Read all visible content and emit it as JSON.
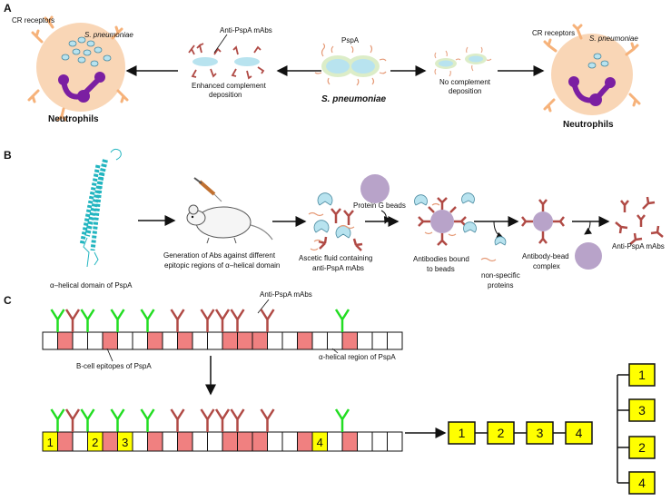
{
  "panelA": {
    "label": "A",
    "left_cell": {
      "receptors": "CR receptors",
      "bacteria": "S. pneumoniae",
      "title": "Neutrophils"
    },
    "mabs_label": "Anti-PspA mAbs",
    "enhanced_line1": "Enhanced complement",
    "enhanced_line2": "deposition",
    "pspa_label": "PspA",
    "center_title": "S. pneumoniae",
    "no_comp_line1": "No complement",
    "no_comp_line2": "deposition",
    "right_cell": {
      "receptors": "CR receptors",
      "bacteria": "S. pneumoniae",
      "title": "Neutrophils"
    }
  },
  "panelB": {
    "label": "B",
    "protein_label": "α–helical domain of PspA",
    "gen_line1": "Generation of Abs against different",
    "gen_line2": "epitopic regions of α–helical domain",
    "beads_label": "Protein G beads",
    "ascitic_line1": "Ascetic fluid containing",
    "ascitic_line2": "anti-PspA mAbs",
    "bound_line1": "Antibodies bound",
    "bound_line2": "to beads",
    "complex_line1": "Antibody-bead",
    "complex_line2": "complex",
    "nonspecific_line1": "non-specific",
    "nonspecific_line2": "proteins",
    "final_label": "Anti-PspA mAbs"
  },
  "panelC": {
    "label": "C",
    "mabs_label": "Anti-PspA mAbs",
    "epitopes_label": "B-cell epitopes of PspA",
    "region_label": "α-helical region of PspA",
    "numbered": [
      "1",
      "2",
      "3",
      "4"
    ],
    "chain": [
      "1",
      "2",
      "3",
      "4"
    ],
    "tree": [
      "1",
      "3",
      "2",
      "4"
    ]
  },
  "colors": {
    "cell": "#f9d6b6",
    "bacterium": "#b8e3ef",
    "capsule": "#dcedc8",
    "antibody": "#b04a45",
    "receptor": "#f6b27a",
    "green_ab": "#22dd22",
    "epitope": "#f08080",
    "number_box": "#ffff00",
    "bead": "#b8a3c9",
    "nucleus": "#7b1fa2"
  }
}
